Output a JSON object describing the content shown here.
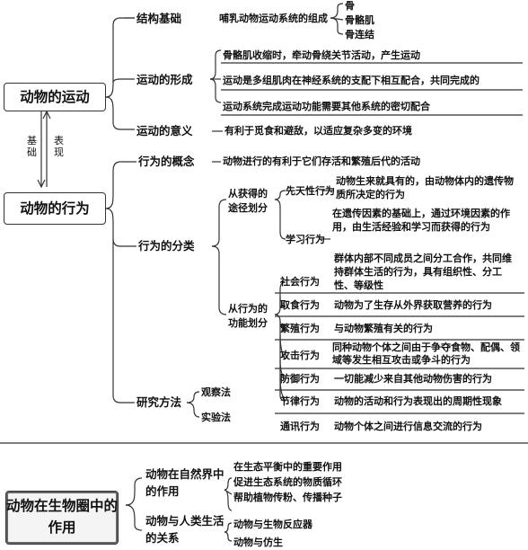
{
  "roots": {
    "movement": "动物的运动",
    "behavior": "动物的行为",
    "role": "动物在生物圈中的作用"
  },
  "links": {
    "basis": "基础",
    "expression": "表现"
  },
  "movement": {
    "structure": {
      "label": "结构基础",
      "desc": "哺乳动物运动系统的组成",
      "parts": [
        "骨",
        "骨骼肌",
        "骨连结"
      ]
    },
    "formation": {
      "label": "运动的形成",
      "items": [
        "骨骼肌收缩时，牵动骨绕关节活动，产生运动",
        "运动是多组肌肉在神经系统的支配下相互配合，共同完成的",
        "运动系统完成运动功能需要其他系统的密切配合"
      ]
    },
    "meaning": {
      "label": "运动的意义",
      "desc": "有利于觅食和避敌，以适应复杂多变的环境"
    }
  },
  "behavior": {
    "concept": {
      "label": "行为的概念",
      "desc": "动物进行的有利于它们存活和繁殖后代的活动"
    },
    "classification": {
      "label": "行为的分类",
      "by_origin": {
        "label": "从获得的途径划分",
        "innate": {
          "label": "先天性行为",
          "desc": "动物生来就具有的，由动物体内的遗传物质所决定的行为"
        },
        "learned": {
          "label": "学习行为",
          "desc": "在遗传因素的基础上，通过环境因素的作用，由生活经验和学习而获得的行为"
        }
      },
      "by_function": {
        "label": "从行为的功能划分",
        "types": [
          {
            "label": "社会行为",
            "desc": "群体内部不同成员之间分工合作，共同维持群体生活的行为，具有组织性、分工性、等级性"
          },
          {
            "label": "取食行为",
            "desc": "动物为了生存从外界获取营养的行为"
          },
          {
            "label": "繁殖行为",
            "desc": "与动物繁殖有关的行为"
          },
          {
            "label": "攻击行为",
            "desc": "同种动物个体之间由于争夺食物、配偶、领域等发生相互攻击或争斗的行为"
          },
          {
            "label": "防御行为",
            "desc": "一切能减少来自其他动物伤害的行为"
          },
          {
            "label": "节律行为",
            "desc": "动物的活动和行为表现出的周期性现象"
          },
          {
            "label": "通讯行为",
            "desc": "动物个体之间进行信息交流的行为"
          }
        ]
      }
    },
    "methods": {
      "label": "研究方法",
      "items": [
        "观察法",
        "实验法"
      ]
    }
  },
  "role": {
    "nature": {
      "label": "动物在自然界中的作用",
      "items": [
        "在生态平衡中的重要作用",
        "促进生态系统的物质循环",
        "帮助植物传粉、传播种子"
      ]
    },
    "human": {
      "label": "动物与人类生活的关系",
      "items": [
        "动物与生物反应器",
        "动物与仿生"
      ]
    }
  }
}
